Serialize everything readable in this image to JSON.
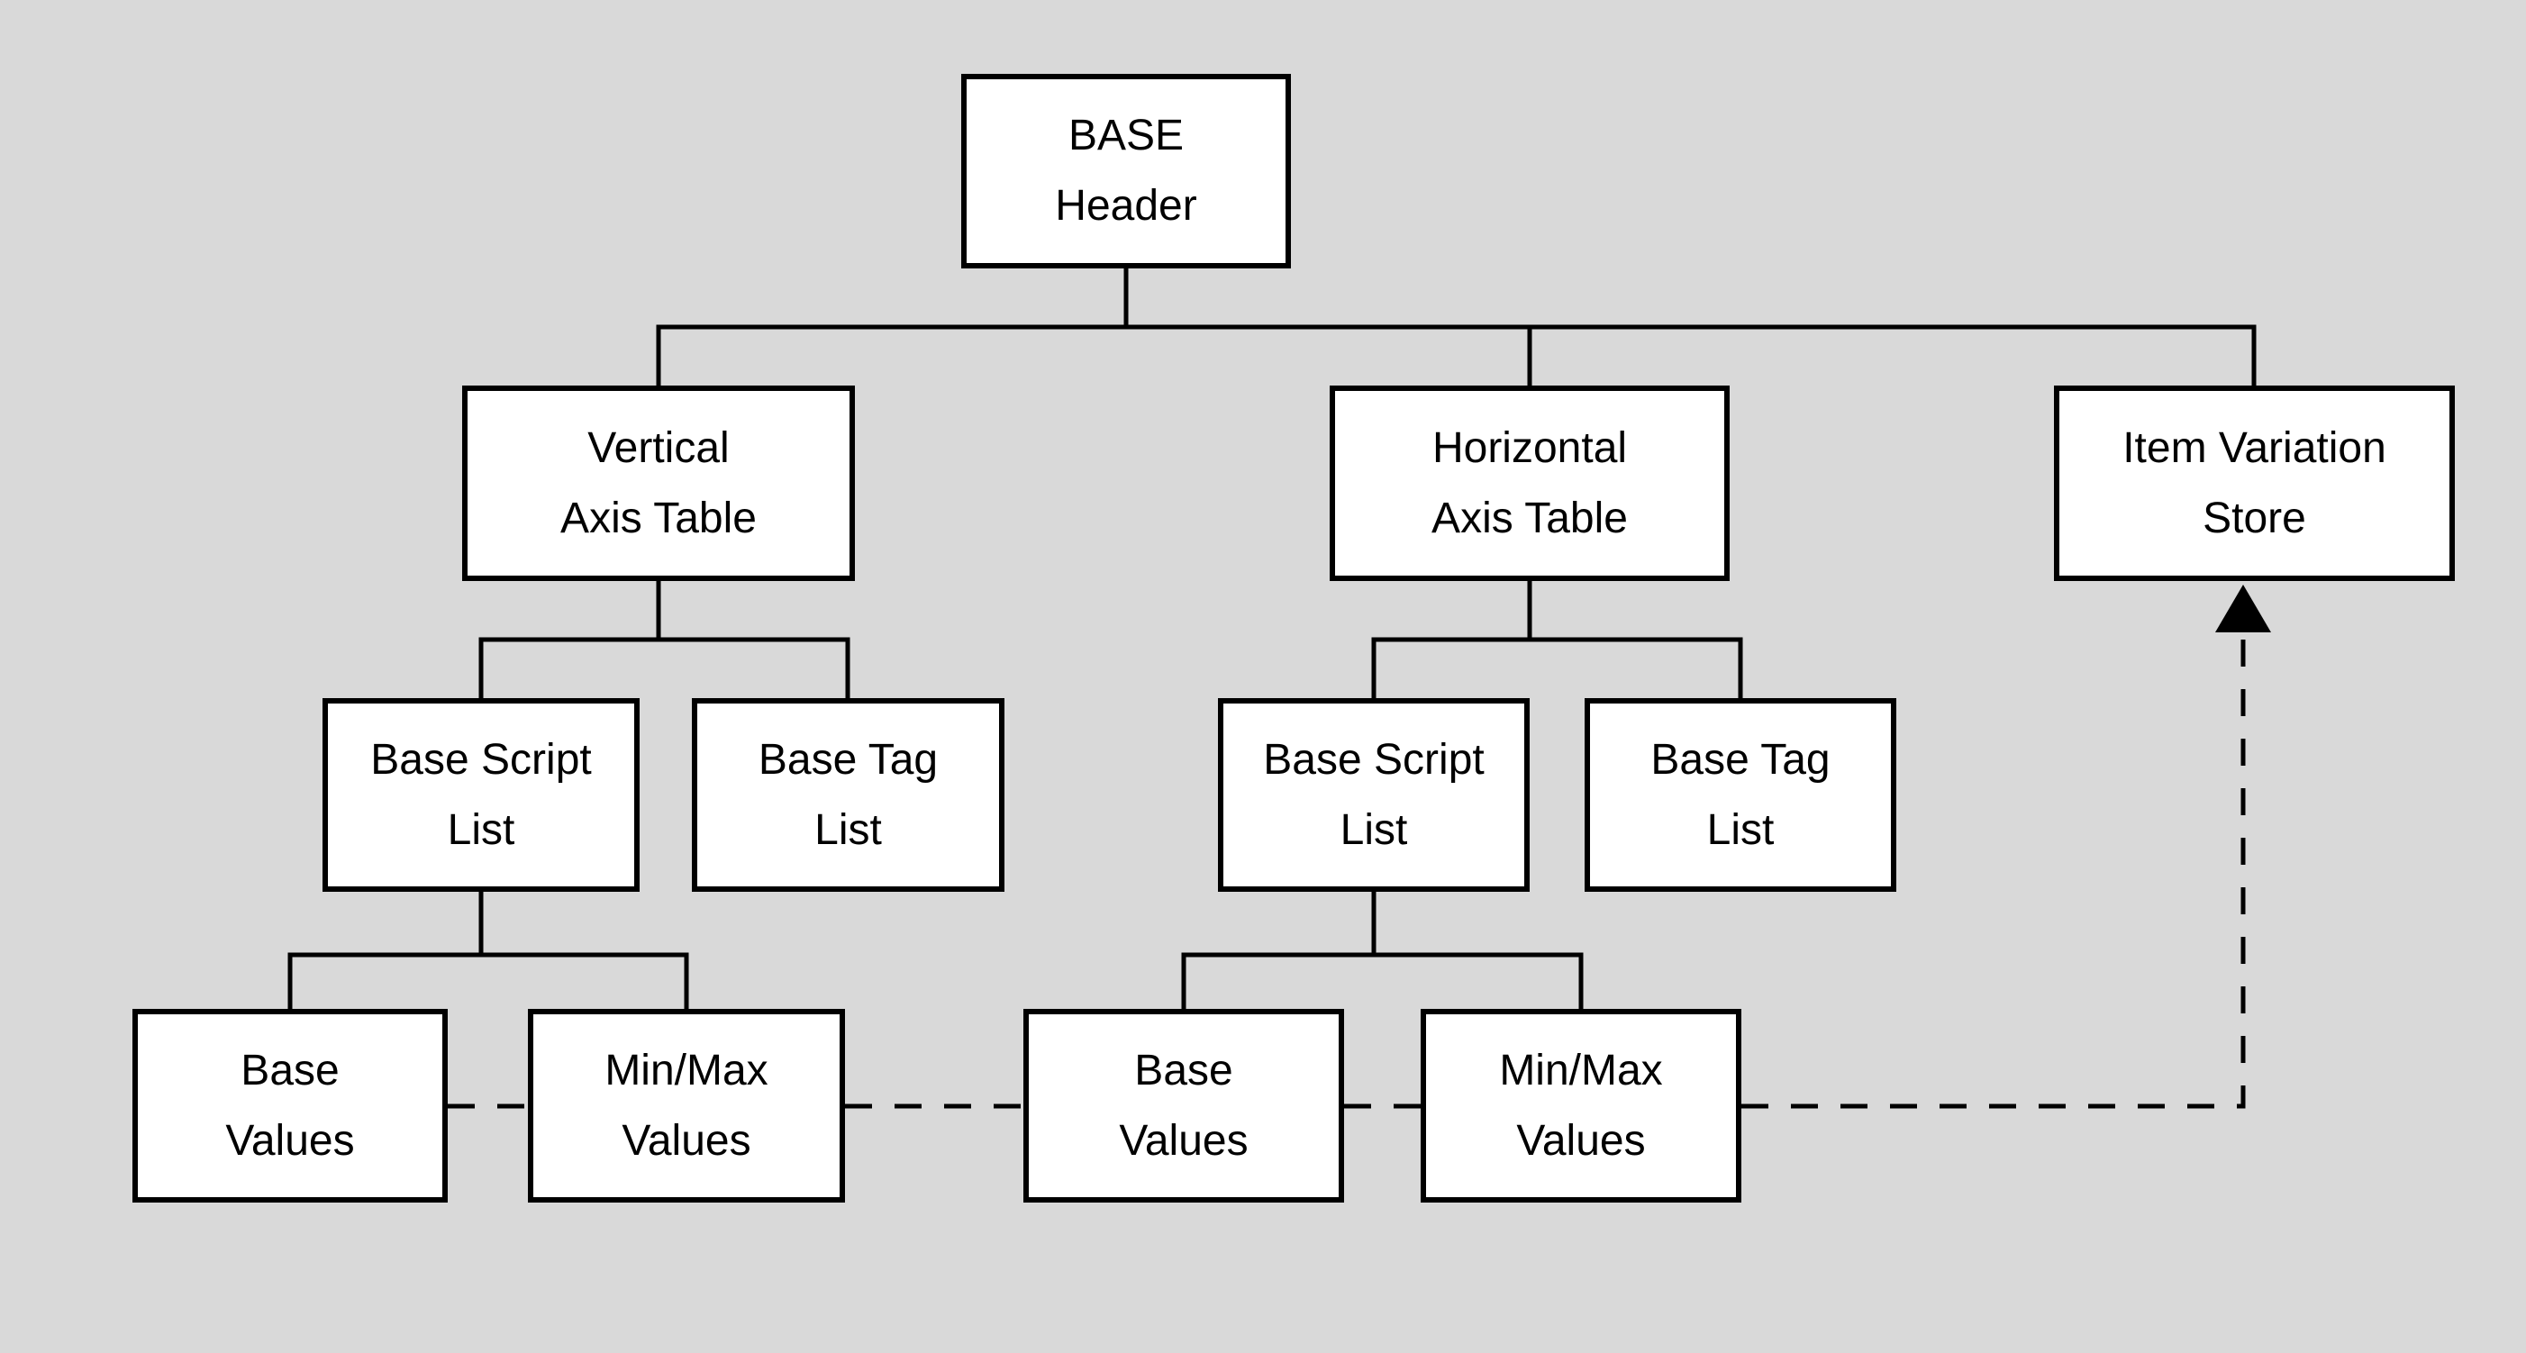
{
  "colors": {
    "background": "#d9d9d9",
    "box_fill": "#ffffff",
    "line": "#000000",
    "text": "#000000"
  },
  "nodes": {
    "base_header": {
      "line1": "BASE",
      "line2": "Header"
    },
    "vertical_axis_table": {
      "line1": "Vertical",
      "line2": "Axis Table"
    },
    "horizontal_axis_table": {
      "line1": "Horizontal",
      "line2": "Axis Table"
    },
    "item_variation_store": {
      "line1": "Item Variation",
      "line2": "Store"
    },
    "base_script_list_vertical": {
      "line1": "Base Script",
      "line2": "List"
    },
    "base_tag_list_vertical": {
      "line1": "Base Tag",
      "line2": "List"
    },
    "base_script_list_horizontal": {
      "line1": "Base Script",
      "line2": "List"
    },
    "base_tag_list_horizontal": {
      "line1": "Base Tag",
      "line2": "List"
    },
    "base_values_vertical": {
      "line1": "Base",
      "line2": "Values"
    },
    "minmax_values_vertical": {
      "line1": "Min/Max",
      "line2": "Values"
    },
    "base_values_horizontal": {
      "line1": "Base",
      "line2": "Values"
    },
    "minmax_values_horizontal": {
      "line1": "Min/Max",
      "line2": "Values"
    }
  }
}
